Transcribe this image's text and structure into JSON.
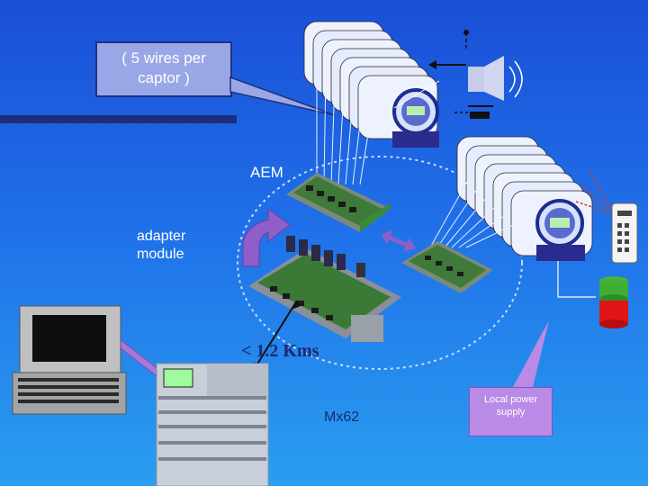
{
  "callout": {
    "text_line1": "( 5 wires per",
    "text_line2": "captor )"
  },
  "labels": {
    "aem": "AEM",
    "adapter_line1": "adapter",
    "adapter_line2": "module",
    "distance": "< 1.2 Kms",
    "mx62": "Mx62",
    "power_line1": "Local power",
    "power_line2": "supply"
  },
  "colors": {
    "background_top": "#1a4fd6",
    "background_bottom": "#2a9ef0",
    "callout_fill": "#9aa7e6",
    "arrow_fill": "#8e5ec9",
    "power_box": "#b98ae6",
    "dark_text": "#1c2a6e"
  },
  "icons": [
    "sensor-stack-icon",
    "horn-icon",
    "relay-icon",
    "remote-control-icon",
    "beacon-icon",
    "laptop-icon",
    "mx62-panel-icon",
    "aem-board-icon",
    "adapter-board-icon"
  ]
}
